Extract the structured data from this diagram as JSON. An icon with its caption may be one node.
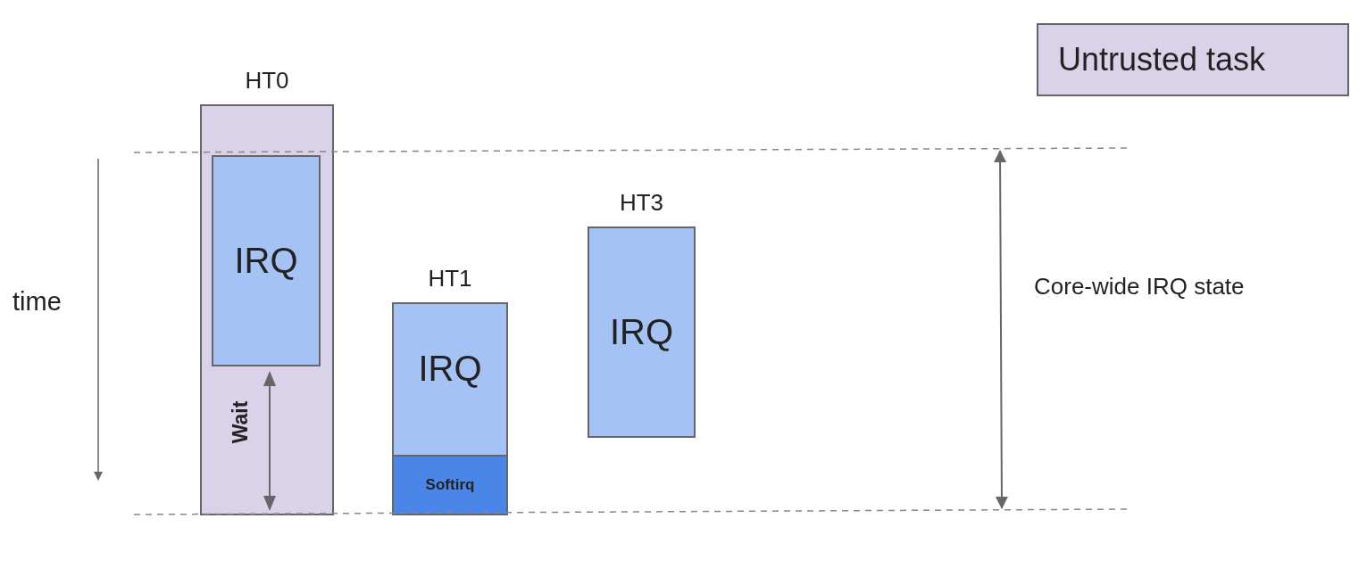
{
  "diagram": {
    "nodes": [
      {
        "text": [
          "HT0"
        ]
      },
      {
        "text": [
          "IRQ"
        ],
        "in": 0
      },
      {
        "text": [
          "HT1",
          "IRQ"
        ]
      },
      {
        "text": [
          "Softirq"
        ],
        "in": 2
      },
      {
        "text": [
          "HT3",
          "IRQ"
        ]
      }
    ],
    "labels": [
      "time",
      "Wait",
      "Core-wide IRQ state"
    ],
    "legend": [
      {
        "text": "Untrusted task",
        "color": "#d9d2e9"
      }
    ]
  }
}
